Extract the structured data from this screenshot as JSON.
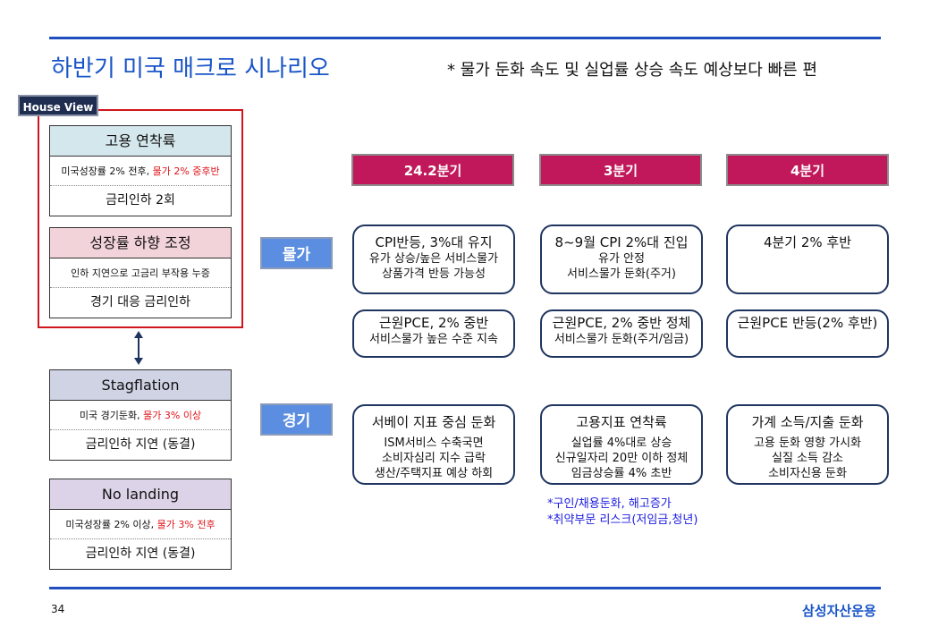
{
  "header": {
    "title": "하반기 미국 매크로 시나리오",
    "subtitle": "* 물가 둔화 속도  및 실업률 상승 속도 예상보다 빠른 편"
  },
  "house_view_label": "House View",
  "scenarios": [
    {
      "title": "고용 연착륙",
      "desc": "미국성장률 2% 전후, ",
      "desc_red": "물가 2% 중후반",
      "policy": "금리인하 2회",
      "header_color": "#d4e7ec"
    },
    {
      "title": "성장률 하향 조정",
      "desc": "인하 지연으로 고금리 부작용 누증",
      "desc_red": "",
      "policy": "경기 대응 금리인하",
      "header_color": "#f3d3da"
    },
    {
      "title": "Stagflation",
      "desc": "미국 경기둔화, ",
      "desc_red": "물가 3% 이상",
      "policy": "금리인하 지연 (동결)",
      "header_color": "#cfd3e4"
    },
    {
      "title": "No landing",
      "desc": "미국성장률 2% 이상, ",
      "desc_red": "물가 3% 전후",
      "policy": "금리인하 지연 (동결)",
      "header_color": "#ddd3e8"
    }
  ],
  "quarters": [
    "24.2분기",
    "3분기",
    "4분기"
  ],
  "rows": {
    "price": "물가",
    "economy": "경기"
  },
  "price_boxes": [
    {
      "title": "CPI반등, 3%대 유지",
      "lines": [
        "유가 상승/높은 서비스물가",
        "상품가격 반등 가능성"
      ]
    },
    {
      "title": "8~9월 CPI 2%대 진입",
      "lines": [
        "유가 안정",
        "서비스물가 둔화(주거)"
      ]
    },
    {
      "title": "4분기 2% 후반",
      "lines": []
    }
  ],
  "pce_boxes": [
    {
      "title": "근원PCE, 2% 중반",
      "lines": [
        "서비스물가 높은 수준 지속"
      ]
    },
    {
      "title": "근원PCE, 2% 중반 정체",
      "lines": [
        "서비스물가 둔화(주거/임금)"
      ]
    },
    {
      "title": "근원PCE 반등(2% 후반)",
      "lines": []
    }
  ],
  "economy_boxes": [
    {
      "title": "서베이 지표 중심 둔화",
      "lines": [
        "ISM서비스 수축국면",
        "소비자심리 지수 급락",
        "생산/주택지표 예상 하회"
      ]
    },
    {
      "title": "고용지표 연착륙",
      "lines": [
        "실업률 4%대로 상승",
        "신규일자리 20만 이하 정체",
        "임금상승률 4% 초반"
      ]
    },
    {
      "title": "가계 소득/지출 둔화",
      "lines": [
        "고용 둔화 영향 가시화",
        "실질 소득 감소",
        "소비자신용 둔화"
      ]
    }
  ],
  "notes": [
    "*구인/채용둔화, 해고증가",
    "*취약부문 리스크(저임금,청년)"
  ],
  "footer": {
    "page": "34",
    "company": "삼성자산운용"
  }
}
